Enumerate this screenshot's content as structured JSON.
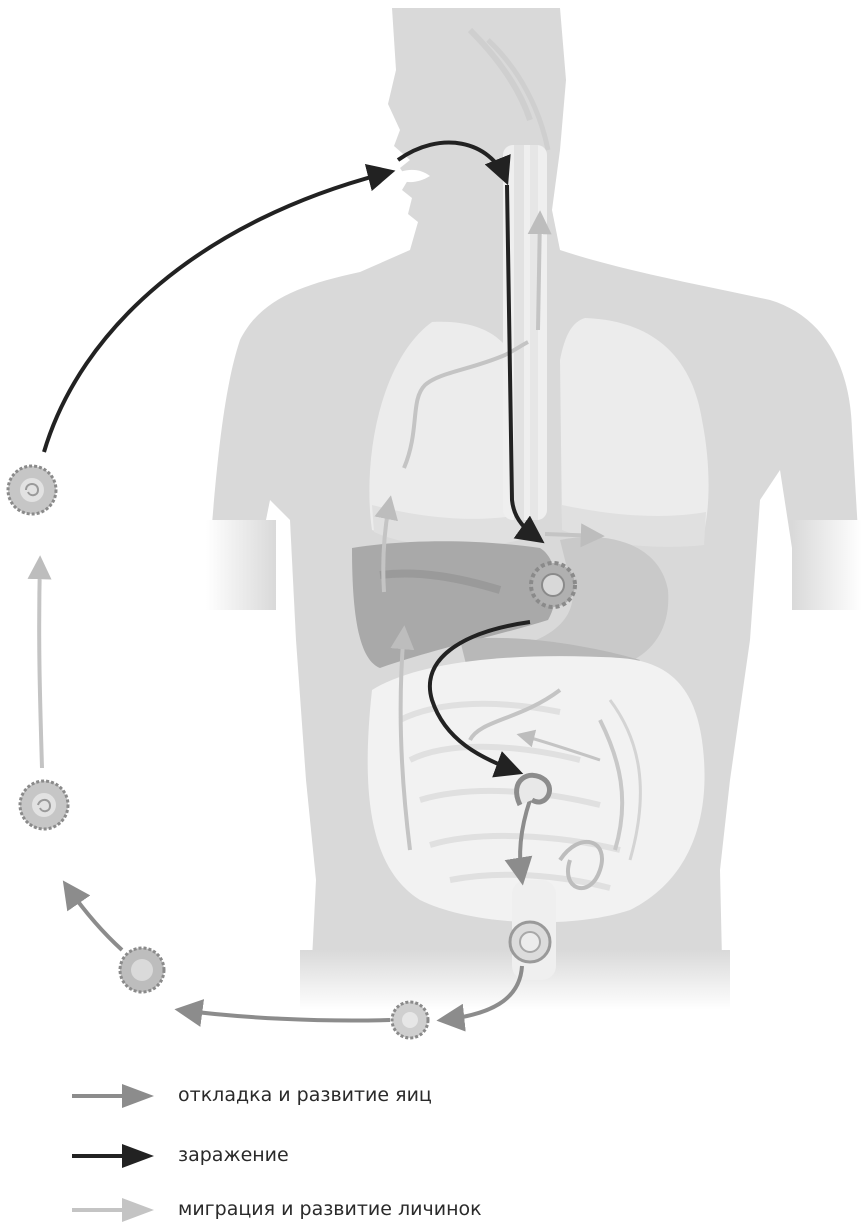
{
  "legend": [
    {
      "label": "откладка и развитие яиц",
      "color": "#8c8c8c"
    },
    {
      "label": "заражение",
      "color": "#222222"
    },
    {
      "label": "миграция и развитие личинок",
      "color": "#c4c4c4"
    }
  ],
  "colors": {
    "body": "#d9d9d9",
    "lungs": "#ececec",
    "liver": "#a9a9a9",
    "stomach": "#c9c9c9",
    "intestine": "#f2f2f2",
    "egg": "#bdbdbd"
  }
}
